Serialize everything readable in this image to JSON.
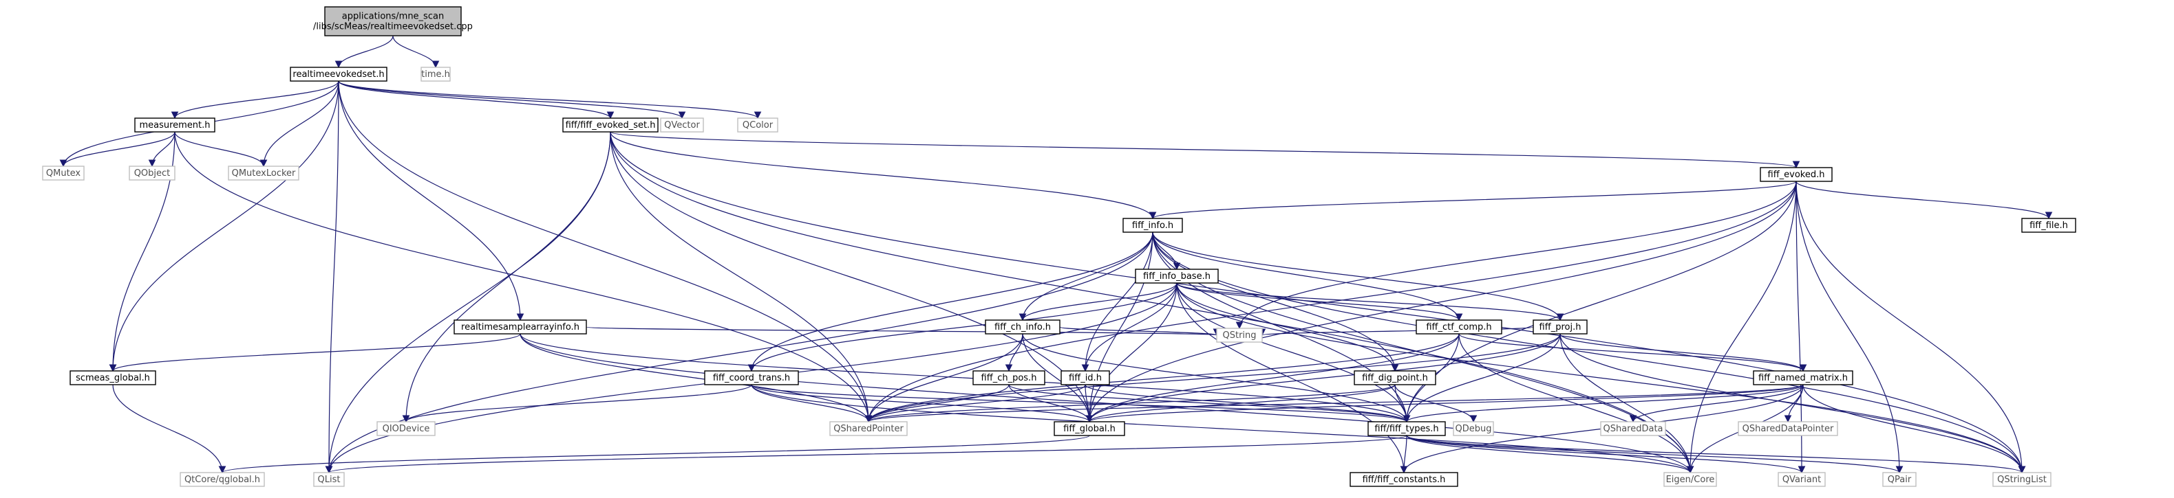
{
  "graph": {
    "edge_color": "#191970",
    "root_fill": "#bfbfbf",
    "external_border": "#bfbfbf",
    "nodes": [
      {
        "id": "root",
        "label": [
          "applications/mne_scan",
          "/libs/scMeas/realtimeevokedset.cpp"
        ],
        "kind": "root"
      },
      {
        "id": "realtimeevokedset_h",
        "label": [
          "realtimeevokedset.h"
        ],
        "kind": "doc"
      },
      {
        "id": "time_h",
        "label": [
          "time.h"
        ],
        "kind": "ext"
      },
      {
        "id": "measurement_h",
        "label": [
          "measurement.h"
        ],
        "kind": "doc"
      },
      {
        "id": "fiff_evoked_set_h",
        "label": [
          "fiff/fiff_evoked_set.h"
        ],
        "kind": "doc"
      },
      {
        "id": "QVector",
        "label": [
          "QVector"
        ],
        "kind": "ext"
      },
      {
        "id": "QColor",
        "label": [
          "QColor"
        ],
        "kind": "ext"
      },
      {
        "id": "QMutex",
        "label": [
          "QMutex"
        ],
        "kind": "ext"
      },
      {
        "id": "QObject",
        "label": [
          "QObject"
        ],
        "kind": "ext"
      },
      {
        "id": "QMutexLocker",
        "label": [
          "QMutexLocker"
        ],
        "kind": "ext"
      },
      {
        "id": "fiff_evoked_h",
        "label": [
          "fiff_evoked.h"
        ],
        "kind": "doc"
      },
      {
        "id": "fiff_info_h",
        "label": [
          "fiff_info.h"
        ],
        "kind": "doc"
      },
      {
        "id": "fiff_file_h",
        "label": [
          "fiff_file.h"
        ],
        "kind": "doc"
      },
      {
        "id": "fiff_info_base_h",
        "label": [
          "fiff_info_base.h"
        ],
        "kind": "doc"
      },
      {
        "id": "realtimesamplearrayinfo_h",
        "label": [
          "realtimesamplearrayinfo.h"
        ],
        "kind": "doc"
      },
      {
        "id": "fiff_ch_info_h",
        "label": [
          "fiff_ch_info.h"
        ],
        "kind": "doc"
      },
      {
        "id": "fiff_ctf_comp_h",
        "label": [
          "fiff_ctf_comp.h"
        ],
        "kind": "doc"
      },
      {
        "id": "fiff_proj_h",
        "label": [
          "fiff_proj.h"
        ],
        "kind": "doc"
      },
      {
        "id": "QString",
        "label": [
          "QString"
        ],
        "kind": "ext"
      },
      {
        "id": "scmeas_global_h",
        "label": [
          "scmeas_global.h"
        ],
        "kind": "doc"
      },
      {
        "id": "fiff_coord_trans_h",
        "label": [
          "fiff_coord_trans.h"
        ],
        "kind": "doc"
      },
      {
        "id": "fiff_ch_pos_h",
        "label": [
          "fiff_ch_pos.h"
        ],
        "kind": "doc"
      },
      {
        "id": "fiff_id_h",
        "label": [
          "fiff_id.h"
        ],
        "kind": "doc"
      },
      {
        "id": "fiff_dig_point_h",
        "label": [
          "fiff_dig_point.h"
        ],
        "kind": "doc"
      },
      {
        "id": "fiff_named_matrix_h",
        "label": [
          "fiff_named_matrix.h"
        ],
        "kind": "doc"
      },
      {
        "id": "QIODevice",
        "label": [
          "QIODevice"
        ],
        "kind": "ext"
      },
      {
        "id": "QSharedPointer",
        "label": [
          "QSharedPointer"
        ],
        "kind": "ext"
      },
      {
        "id": "fiff_global_h",
        "label": [
          "fiff_global.h"
        ],
        "kind": "doc"
      },
      {
        "id": "fiff_types_h",
        "label": [
          "fiff/fiff_types.h"
        ],
        "kind": "doc"
      },
      {
        "id": "QDebug",
        "label": [
          "QDebug"
        ],
        "kind": "ext"
      },
      {
        "id": "QSharedData",
        "label": [
          "QSharedData"
        ],
        "kind": "ext"
      },
      {
        "id": "QSharedDataPointer",
        "label": [
          "QSharedDataPointer"
        ],
        "kind": "ext"
      },
      {
        "id": "QtCore_qglobal_h",
        "label": [
          "QtCore/qglobal.h"
        ],
        "kind": "ext"
      },
      {
        "id": "QList",
        "label": [
          "QList"
        ],
        "kind": "ext"
      },
      {
        "id": "fiff_constants_h",
        "label": [
          "fiff/fiff_constants.h"
        ],
        "kind": "doc"
      },
      {
        "id": "Eigen_Core",
        "label": [
          "Eigen/Core"
        ],
        "kind": "ext"
      },
      {
        "id": "QVariant",
        "label": [
          "QVariant"
        ],
        "kind": "ext"
      },
      {
        "id": "QPair",
        "label": [
          "QPair"
        ],
        "kind": "ext"
      },
      {
        "id": "QStringList",
        "label": [
          "QStringList"
        ],
        "kind": "ext"
      }
    ],
    "edges": [
      [
        "root",
        "realtimeevokedset_h"
      ],
      [
        "root",
        "time_h"
      ],
      [
        "realtimeevokedset_h",
        "measurement_h"
      ],
      [
        "realtimeevokedset_h",
        "fiff_evoked_set_h"
      ],
      [
        "realtimeevokedset_h",
        "QVector"
      ],
      [
        "realtimeevokedset_h",
        "QColor"
      ],
      [
        "realtimeevokedset_h",
        "QMutex"
      ],
      [
        "realtimeevokedset_h",
        "QMutexLocker"
      ],
      [
        "realtimeevokedset_h",
        "realtimesamplearrayinfo_h"
      ],
      [
        "realtimeevokedset_h",
        "scmeas_global_h"
      ],
      [
        "realtimeevokedset_h",
        "QList"
      ],
      [
        "realtimeevokedset_h",
        "QSharedPointer"
      ],
      [
        "measurement_h",
        "QMutex"
      ],
      [
        "measurement_h",
        "QObject"
      ],
      [
        "measurement_h",
        "QMutexLocker"
      ],
      [
        "measurement_h",
        "scmeas_global_h"
      ],
      [
        "measurement_h",
        "QSharedPointer"
      ],
      [
        "fiff_evoked_set_h",
        "fiff_evoked_h"
      ],
      [
        "fiff_evoked_set_h",
        "fiff_info_h"
      ],
      [
        "fiff_evoked_set_h",
        "QIODevice"
      ],
      [
        "fiff_evoked_set_h",
        "QList"
      ],
      [
        "fiff_evoked_set_h",
        "QSharedPointer"
      ],
      [
        "fiff_evoked_set_h",
        "QStringList"
      ],
      [
        "fiff_evoked_set_h",
        "Eigen_Core"
      ],
      [
        "fiff_evoked_set_h",
        "fiff_global_h"
      ],
      [
        "fiff_evoked_h",
        "fiff_info_h"
      ],
      [
        "fiff_evoked_h",
        "fiff_file_h"
      ],
      [
        "fiff_evoked_h",
        "QString"
      ],
      [
        "fiff_evoked_h",
        "QSharedPointer"
      ],
      [
        "fiff_evoked_h",
        "fiff_types_h"
      ],
      [
        "fiff_evoked_h",
        "Eigen_Core"
      ],
      [
        "fiff_evoked_h",
        "QPair"
      ],
      [
        "fiff_evoked_h",
        "QStringList"
      ],
      [
        "fiff_evoked_h",
        "fiff_global_h"
      ],
      [
        "fiff_evoked_h",
        "QVariant"
      ],
      [
        "fiff_info_h",
        "fiff_info_base_h"
      ],
      [
        "fiff_info_h",
        "fiff_ch_info_h"
      ],
      [
        "fiff_info_h",
        "fiff_ctf_comp_h"
      ],
      [
        "fiff_info_h",
        "fiff_proj_h"
      ],
      [
        "fiff_info_h",
        "fiff_coord_trans_h"
      ],
      [
        "fiff_info_h",
        "fiff_id_h"
      ],
      [
        "fiff_info_h",
        "fiff_dig_point_h"
      ],
      [
        "fiff_info_h",
        "QList"
      ],
      [
        "fiff_info_h",
        "QStringList"
      ],
      [
        "fiff_info_h",
        "fiff_types_h"
      ],
      [
        "fiff_info_h",
        "fiff_global_h"
      ],
      [
        "fiff_info_h",
        "Eigen_Core"
      ],
      [
        "fiff_info_base_h",
        "fiff_ch_info_h"
      ],
      [
        "fiff_info_base_h",
        "fiff_ctf_comp_h"
      ],
      [
        "fiff_info_base_h",
        "fiff_proj_h"
      ],
      [
        "fiff_info_base_h",
        "fiff_coord_trans_h"
      ],
      [
        "fiff_info_base_h",
        "fiff_id_h"
      ],
      [
        "fiff_info_base_h",
        "fiff_dig_point_h"
      ],
      [
        "fiff_info_base_h",
        "QList"
      ],
      [
        "fiff_info_base_h",
        "QStringList"
      ],
      [
        "fiff_info_base_h",
        "fiff_types_h"
      ],
      [
        "fiff_info_base_h",
        "fiff_global_h"
      ],
      [
        "fiff_info_base_h",
        "fiff_constants_h"
      ],
      [
        "realtimesamplearrayinfo_h",
        "scmeas_global_h"
      ],
      [
        "realtimesamplearrayinfo_h",
        "QSharedPointer"
      ],
      [
        "realtimesamplearrayinfo_h",
        "fiff_types_h"
      ],
      [
        "realtimesamplearrayinfo_h",
        "QString"
      ],
      [
        "realtimesamplearrayinfo_h",
        "Eigen_Core"
      ],
      [
        "fiff_ch_info_h",
        "fiff_ch_pos_h"
      ],
      [
        "fiff_ch_info_h",
        "QSharedPointer"
      ],
      [
        "fiff_ch_info_h",
        "fiff_global_h"
      ],
      [
        "fiff_ch_info_h",
        "fiff_types_h"
      ],
      [
        "fiff_ch_info_h",
        "QString"
      ],
      [
        "fiff_ctf_comp_h",
        "fiff_named_matrix_h"
      ],
      [
        "fiff_ctf_comp_h",
        "QSharedPointer"
      ],
      [
        "fiff_ctf_comp_h",
        "fiff_global_h"
      ],
      [
        "fiff_ctf_comp_h",
        "fiff_types_h"
      ],
      [
        "fiff_ctf_comp_h",
        "Eigen_Core"
      ],
      [
        "fiff_proj_h",
        "fiff_named_matrix_h"
      ],
      [
        "fiff_proj_h",
        "QString"
      ],
      [
        "fiff_proj_h",
        "QSharedPointer"
      ],
      [
        "fiff_proj_h",
        "fiff_types_h"
      ],
      [
        "fiff_proj_h",
        "QStringList"
      ],
      [
        "fiff_proj_h",
        "Eigen_Core"
      ],
      [
        "fiff_proj_h",
        "fiff_global_h"
      ],
      [
        "scmeas_global_h",
        "QtCore_qglobal_h"
      ],
      [
        "fiff_coord_trans_h",
        "QIODevice"
      ],
      [
        "fiff_coord_trans_h",
        "QSharedPointer"
      ],
      [
        "fiff_coord_trans_h",
        "fiff_global_h"
      ],
      [
        "fiff_coord_trans_h",
        "fiff_types_h"
      ],
      [
        "fiff_coord_trans_h",
        "Eigen_Core"
      ],
      [
        "fiff_ch_pos_h",
        "fiff_global_h"
      ],
      [
        "fiff_ch_pos_h",
        "fiff_types_h"
      ],
      [
        "fiff_ch_pos_h",
        "QSharedPointer"
      ],
      [
        "fiff_id_h",
        "fiff_global_h"
      ],
      [
        "fiff_id_h",
        "fiff_types_h"
      ],
      [
        "fiff_id_h",
        "QSharedPointer"
      ],
      [
        "fiff_dig_point_h",
        "fiff_global_h"
      ],
      [
        "fiff_dig_point_h",
        "fiff_types_h"
      ],
      [
        "fiff_dig_point_h",
        "QDebug"
      ],
      [
        "fiff_dig_point_h",
        "QSharedPointer"
      ],
      [
        "fiff_named_matrix_h",
        "fiff_types_h"
      ],
      [
        "fiff_named_matrix_h",
        "QSharedData"
      ],
      [
        "fiff_named_matrix_h",
        "QSharedDataPointer"
      ],
      [
        "fiff_named_matrix_h",
        "QSharedPointer"
      ],
      [
        "fiff_named_matrix_h",
        "Eigen_Core"
      ],
      [
        "fiff_named_matrix_h",
        "QStringList"
      ],
      [
        "fiff_named_matrix_h",
        "fiff_global_h"
      ],
      [
        "fiff_named_matrix_h",
        "fiff_constants_h"
      ],
      [
        "fiff_global_h",
        "QtCore_qglobal_h"
      ],
      [
        "fiff_types_h",
        "fiff_constants_h"
      ],
      [
        "fiff_types_h",
        "Eigen_Core"
      ],
      [
        "fiff_types_h",
        "QList"
      ],
      [
        "fiff_types_h",
        "QVariant"
      ],
      [
        "fiff_types_h",
        "QPair"
      ],
      [
        "fiff_types_h",
        "QStringList"
      ]
    ]
  }
}
